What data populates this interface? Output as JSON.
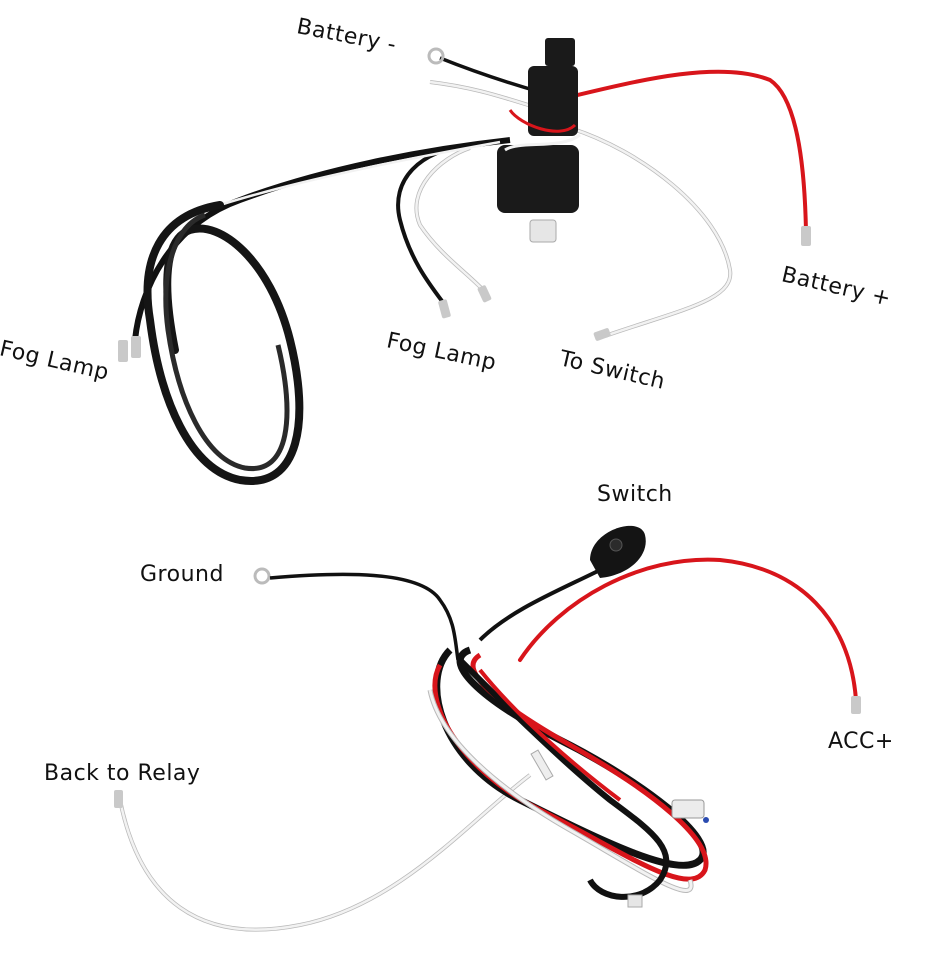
{
  "labels": {
    "battery_negative": "Battery -",
    "battery_positive": "Battery +",
    "fog_lamp_left": "Fog Lamp",
    "fog_lamp_middle": "Fog Lamp",
    "to_switch": "To Switch",
    "switch": "Switch",
    "ground": "Ground",
    "acc_positive": "ACC+",
    "back_to_relay": "Back to Relay"
  },
  "colors": {
    "wire_black": "#111111",
    "wire_red": "#d8151b",
    "wire_white": "#f2f2f2",
    "wire_white_edge": "#b9b9b9",
    "relay_black": "#1a1a1a",
    "terminal_metal": "#c9c9c9"
  }
}
